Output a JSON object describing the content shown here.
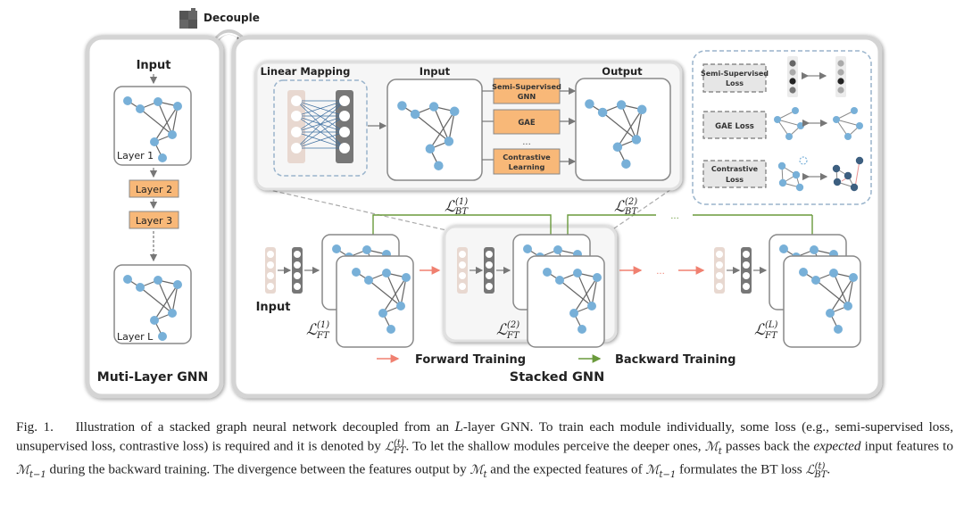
{
  "decouple": {
    "label": "Decouple",
    "icon": "puzzle-icon"
  },
  "left_panel": {
    "title": "Muti-Layer GNN",
    "input_label": "Input",
    "layers": [
      "Layer 1",
      "Layer 2",
      "Layer 3",
      "Layer L"
    ]
  },
  "detail_panel": {
    "linear_mapping_label": "Linear Mapping",
    "input_label": "Input",
    "output_label": "Output",
    "modules": [
      "Semi-Supervised GNN",
      "GAE",
      "...",
      "Contrastive Learning"
    ],
    "module_line1": [
      "Semi-Supervised",
      "GAE",
      "Contrastive"
    ],
    "module_line2": [
      "GNN",
      "",
      "Learning"
    ]
  },
  "loss_panel": {
    "losses": [
      {
        "line1": "Semi-Supervised",
        "line2": "Loss"
      },
      {
        "line1": "GAE Loss",
        "line2": ""
      },
      {
        "line1": "Contrastive",
        "line2": "Loss"
      }
    ]
  },
  "stacked": {
    "title": "Stacked GNN",
    "input_label": "Input",
    "ellipsis": "...",
    "bt_losses": [
      {
        "base": "ℒ",
        "sup": "(1)",
        "sub": "BT"
      },
      {
        "base": "ℒ",
        "sup": "(2)",
        "sub": "BT"
      }
    ],
    "ft_losses": [
      {
        "base": "ℒ",
        "sup": "(1)",
        "sub": "FT"
      },
      {
        "base": "ℒ",
        "sup": "(2)",
        "sub": "FT"
      },
      {
        "base": "ℒ",
        "sup": "(L)",
        "sub": "FT"
      }
    ]
  },
  "legend": {
    "forward": "Forward Training",
    "backward": "Backward Training",
    "forward_color": "#f08070",
    "backward_color": "#6a9a3c"
  },
  "colors": {
    "node": "#78b0d8",
    "orange_box": "#f8b878",
    "dashed_blue": "#9ab4cc",
    "dark_node": "#3d5f80"
  },
  "caption": {
    "fig": "Fig. 1.",
    "p1": "Illustration of a stacked graph neural network decoupled from an ",
    "L": "L",
    "p2": "-layer GNN. To train each module individually, some loss (e.g., semi-supervised loss, unsupervised loss, contrastive loss) is required and it is denoted by ",
    "p3": ". To let the shallow modules perceive the deeper ones, ",
    "Mt": "ℳ",
    "p4": " passes back the ",
    "expected": "expected",
    "p5": " input features to ",
    "p6": " during the backward training. The divergence between the features output by ",
    "p7": " and the expected features of ",
    "p8": " formulates the BT loss ",
    "p9": ".",
    "sub_t": "t",
    "sub_t1": "t−1",
    "sup_t": "(t)",
    "sub_ft": "FT",
    "sub_bt": "BT",
    "calL": "ℒ"
  }
}
